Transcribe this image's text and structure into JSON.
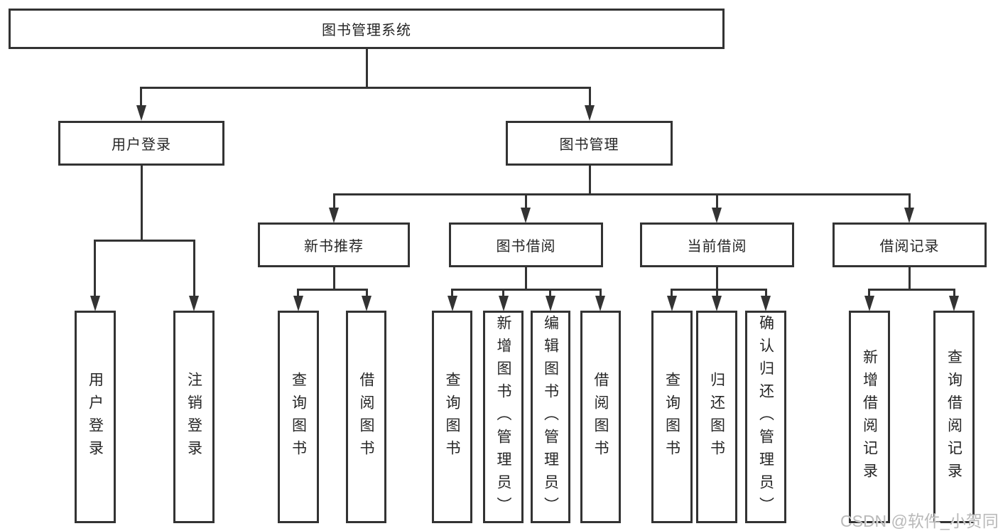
{
  "tree": {
    "root": {
      "label": "图书管理系统"
    },
    "level2": {
      "user_login": "用户登录",
      "book_mgmt": "图书管理"
    },
    "level3": {
      "new_books": "新书推荐",
      "book_borrow": "图书借阅",
      "current_borrow": "当前借阅",
      "borrow_records": "借阅记录"
    },
    "groups": {
      "user": [
        "用户登录",
        "注销登录"
      ],
      "recommend": [
        "查询图书",
        "借阅图书"
      ],
      "borrow": [
        "查询图书",
        "新增图书（管理员）",
        "编辑图书（管理员）",
        "借阅图书"
      ],
      "current": [
        "查询图书",
        "归还图书",
        "确认归还（管理员）"
      ],
      "records": [
        "新增借阅记录",
        "查询借阅记录"
      ]
    }
  },
  "watermark": "CSDN @软件_小贺同学",
  "colors": {
    "line": "#333333",
    "box_border": "#333333",
    "text": "#262626",
    "watermark": "#b9b9b9",
    "background": "#ffffff"
  }
}
